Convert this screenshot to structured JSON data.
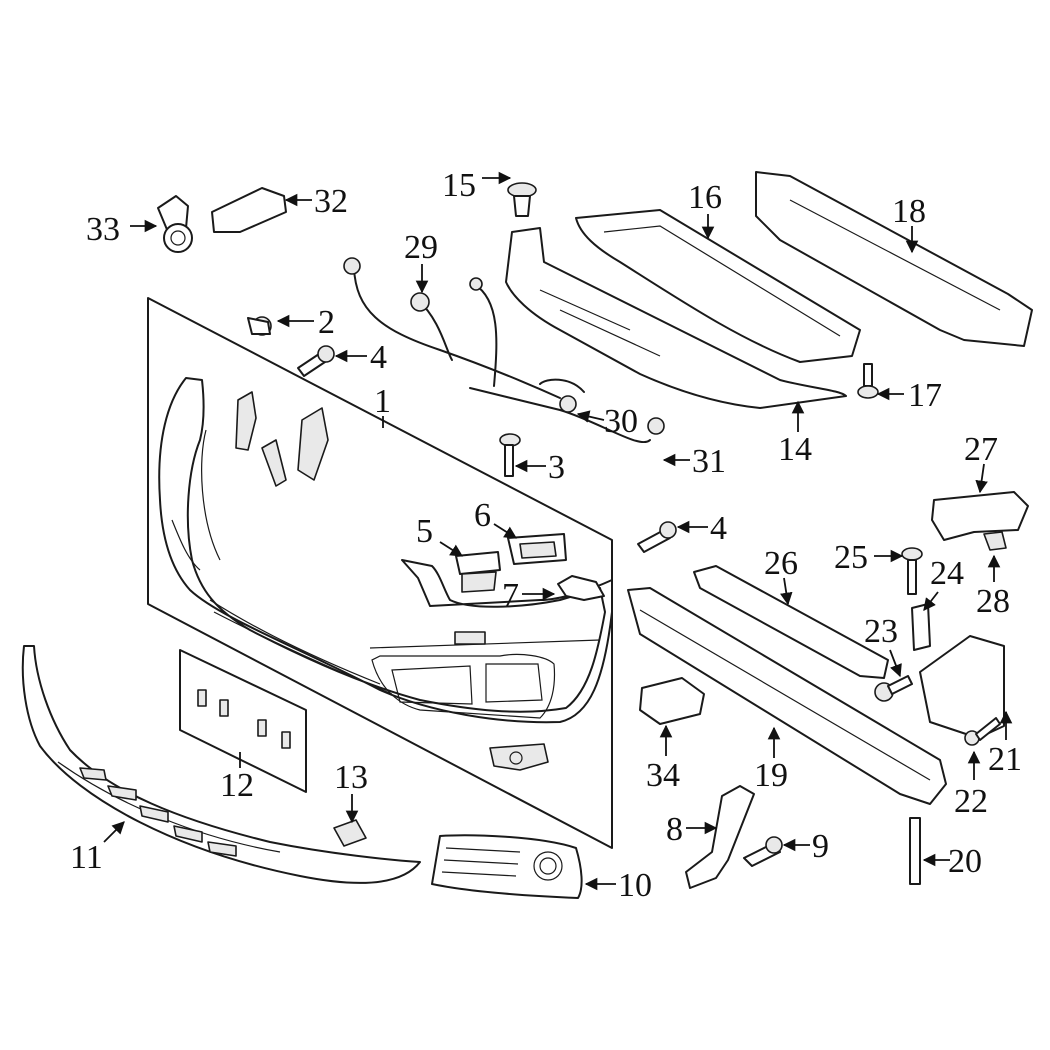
{
  "callouts": [
    {
      "id": "c1",
      "label": "1"
    },
    {
      "id": "c2",
      "label": "2"
    },
    {
      "id": "c3",
      "label": "3"
    },
    {
      "id": "c4a",
      "label": "4"
    },
    {
      "id": "c4b",
      "label": "4"
    },
    {
      "id": "c5",
      "label": "5"
    },
    {
      "id": "c6",
      "label": "6"
    },
    {
      "id": "c7",
      "label": "7"
    },
    {
      "id": "c8",
      "label": "8"
    },
    {
      "id": "c9",
      "label": "9"
    },
    {
      "id": "c10",
      "label": "10"
    },
    {
      "id": "c11",
      "label": "11"
    },
    {
      "id": "c12",
      "label": "12"
    },
    {
      "id": "c13",
      "label": "13"
    },
    {
      "id": "c14",
      "label": "14"
    },
    {
      "id": "c15",
      "label": "15"
    },
    {
      "id": "c16",
      "label": "16"
    },
    {
      "id": "c17",
      "label": "17"
    },
    {
      "id": "c18",
      "label": "18"
    },
    {
      "id": "c19",
      "label": "19"
    },
    {
      "id": "c20",
      "label": "20"
    },
    {
      "id": "c21",
      "label": "21"
    },
    {
      "id": "c22",
      "label": "22"
    },
    {
      "id": "c23",
      "label": "23"
    },
    {
      "id": "c24",
      "label": "24"
    },
    {
      "id": "c25",
      "label": "25"
    },
    {
      "id": "c26",
      "label": "26"
    },
    {
      "id": "c27",
      "label": "27"
    },
    {
      "id": "c28",
      "label": "28"
    },
    {
      "id": "c29",
      "label": "29"
    },
    {
      "id": "c30",
      "label": "30"
    },
    {
      "id": "c31",
      "label": "31"
    },
    {
      "id": "c32",
      "label": "32"
    },
    {
      "id": "c33",
      "label": "33"
    },
    {
      "id": "c34",
      "label": "34"
    }
  ]
}
